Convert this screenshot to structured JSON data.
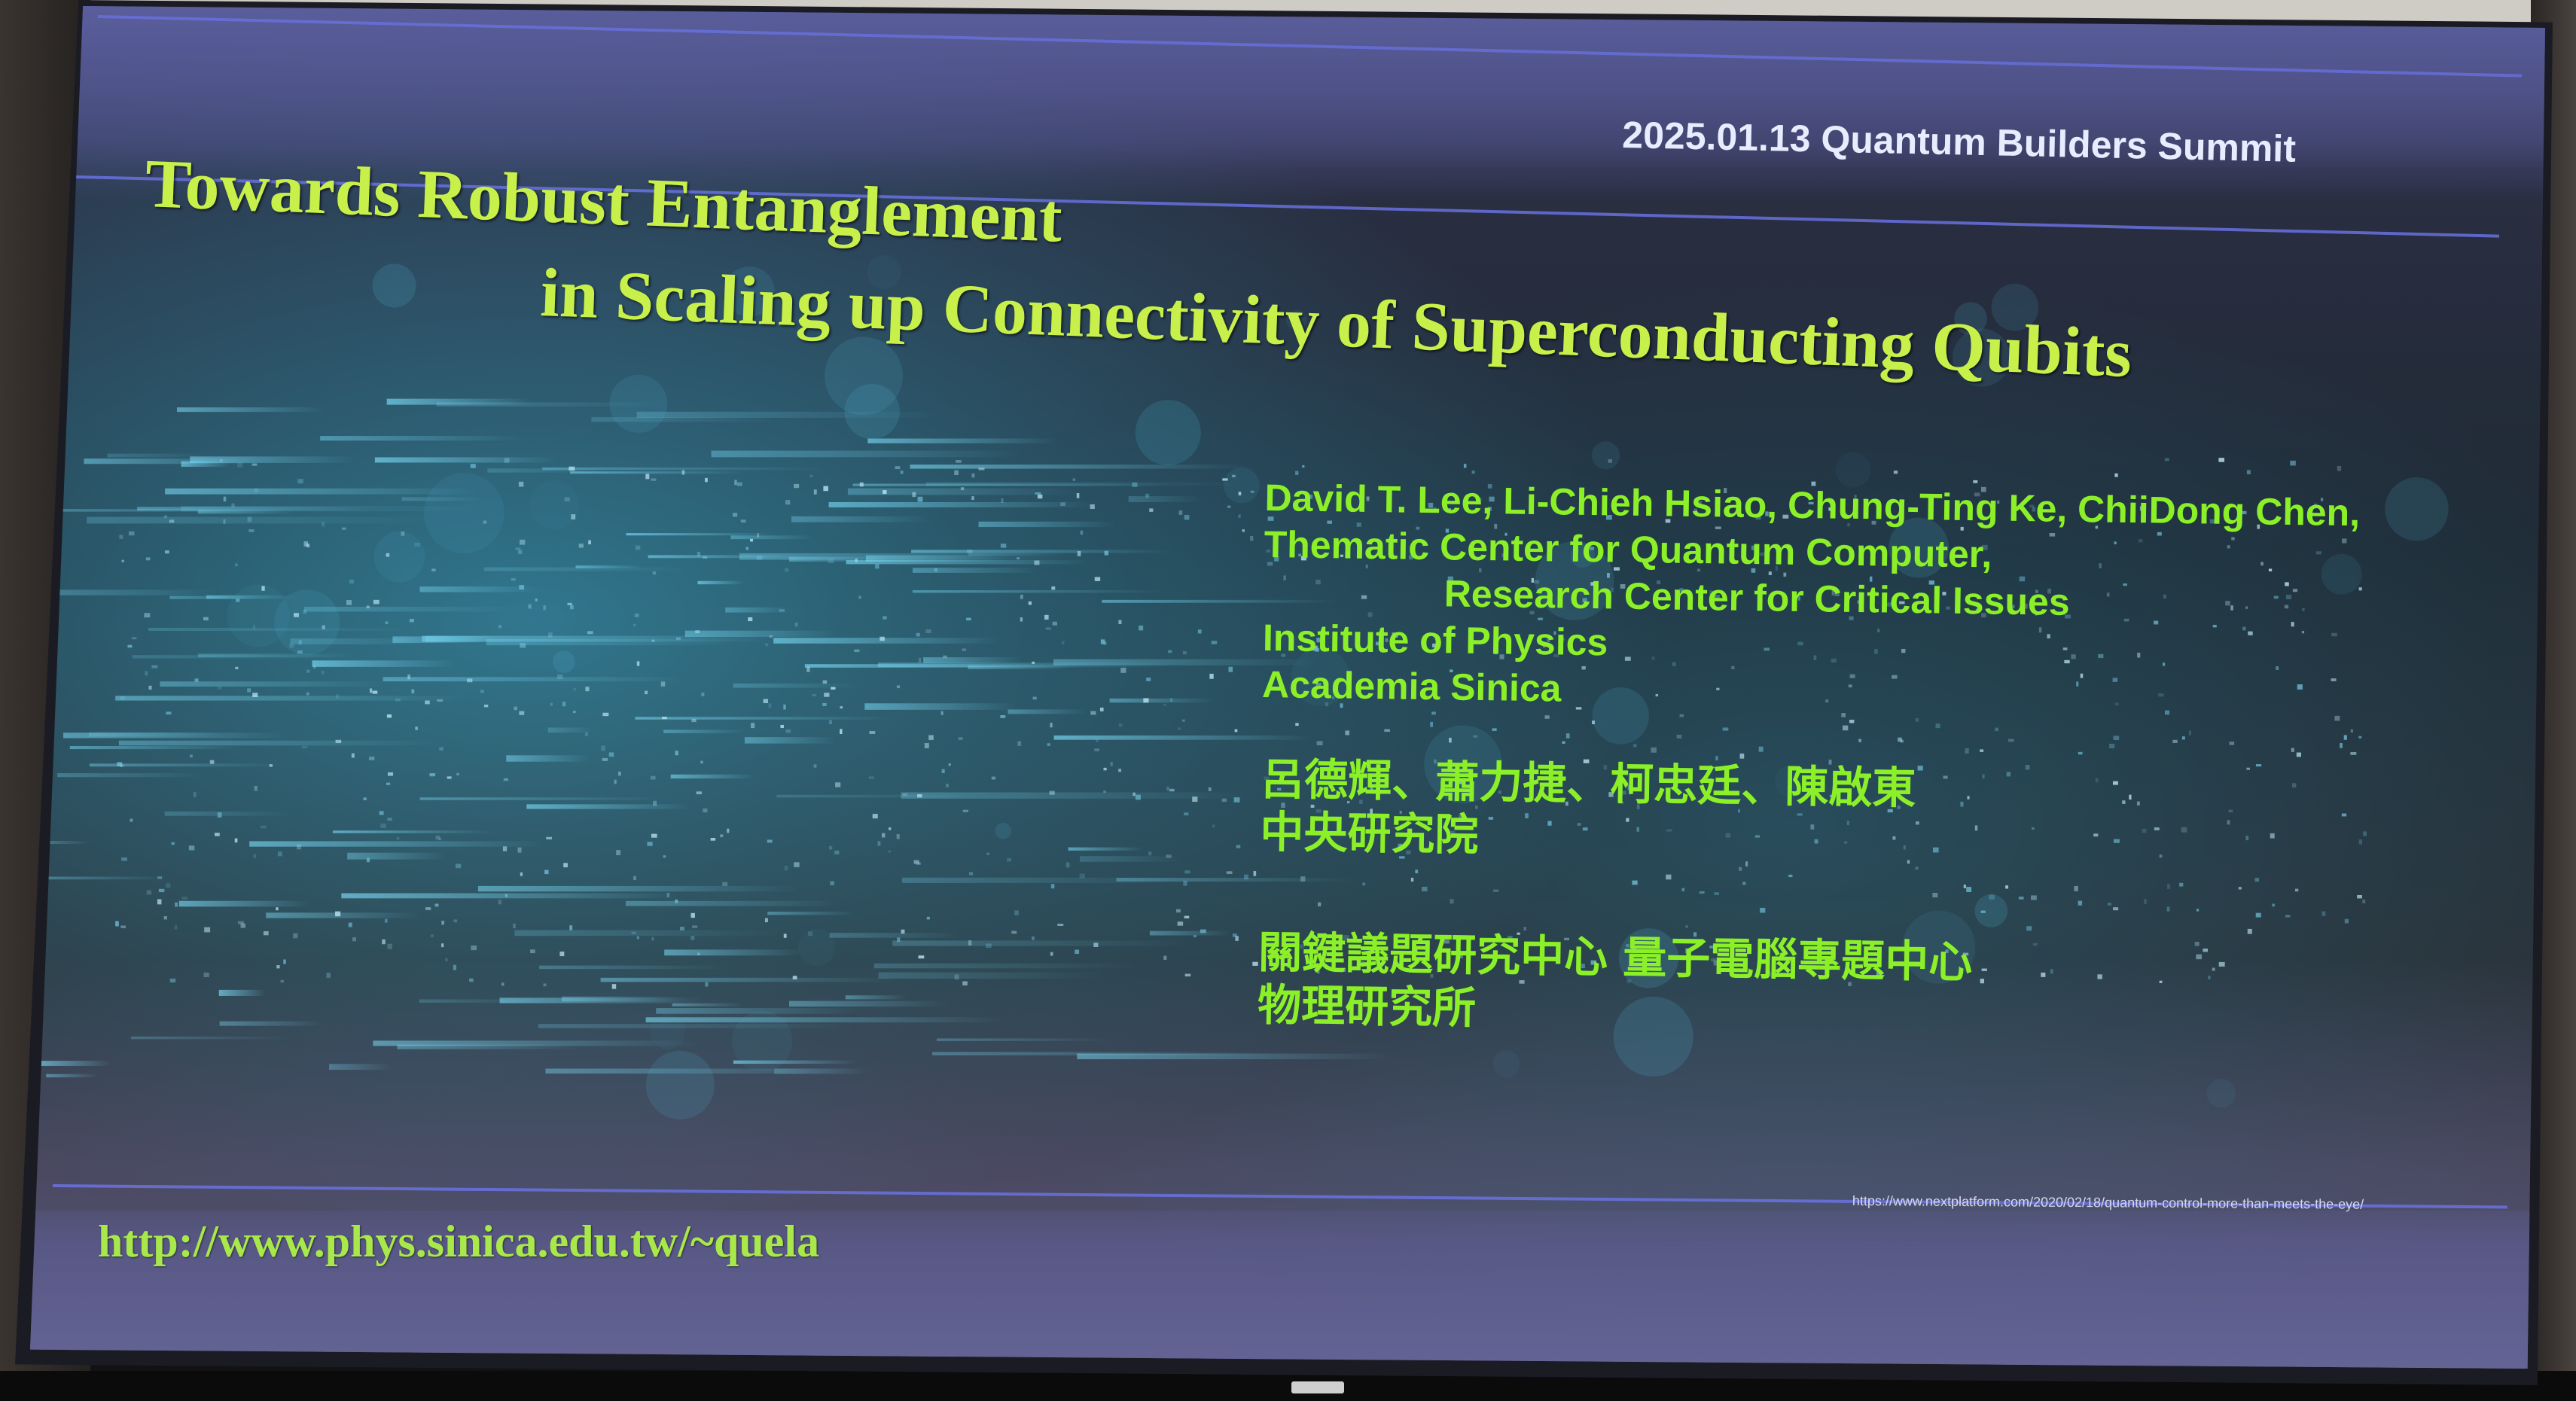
{
  "slide": {
    "event": "2025.01.13 Quantum Builders Summit",
    "title_line_1": "Towards Robust Entanglement",
    "title_line_2": "in Scaling up Connectivity of Superconducting Qubits",
    "authors_en": "David T. Lee, Li-Chieh Hsiao, Chung-Ting Ke, ChiiDong Chen,",
    "affiliation_en_1": "Thematic Center for Quantum Computer,",
    "affiliation_en_2": "Research Center for Critical Issues",
    "affiliation_en_3": "Institute of Physics",
    "affiliation_en_4": "Academia Sinica",
    "authors_zh": "呂德輝、蕭力捷、柯忠廷、陳啟東",
    "affiliation_zh_1": "中央研究院",
    "affiliation_zh_2": "關鍵議題研究中心 量子電腦專題中心",
    "affiliation_zh_3": "物理研究所",
    "url": "http://www.phys.sinica.edu.tw/~quela",
    "image_credit": "https://www.nextplatform.com/2020/02/18/quantum-control-more-than-meets-the-eye/"
  },
  "colors": {
    "title": "#c8f04a",
    "body_text": "#8cf028",
    "header_band": "#5c60a0",
    "accent_line": "#6c74e8"
  }
}
